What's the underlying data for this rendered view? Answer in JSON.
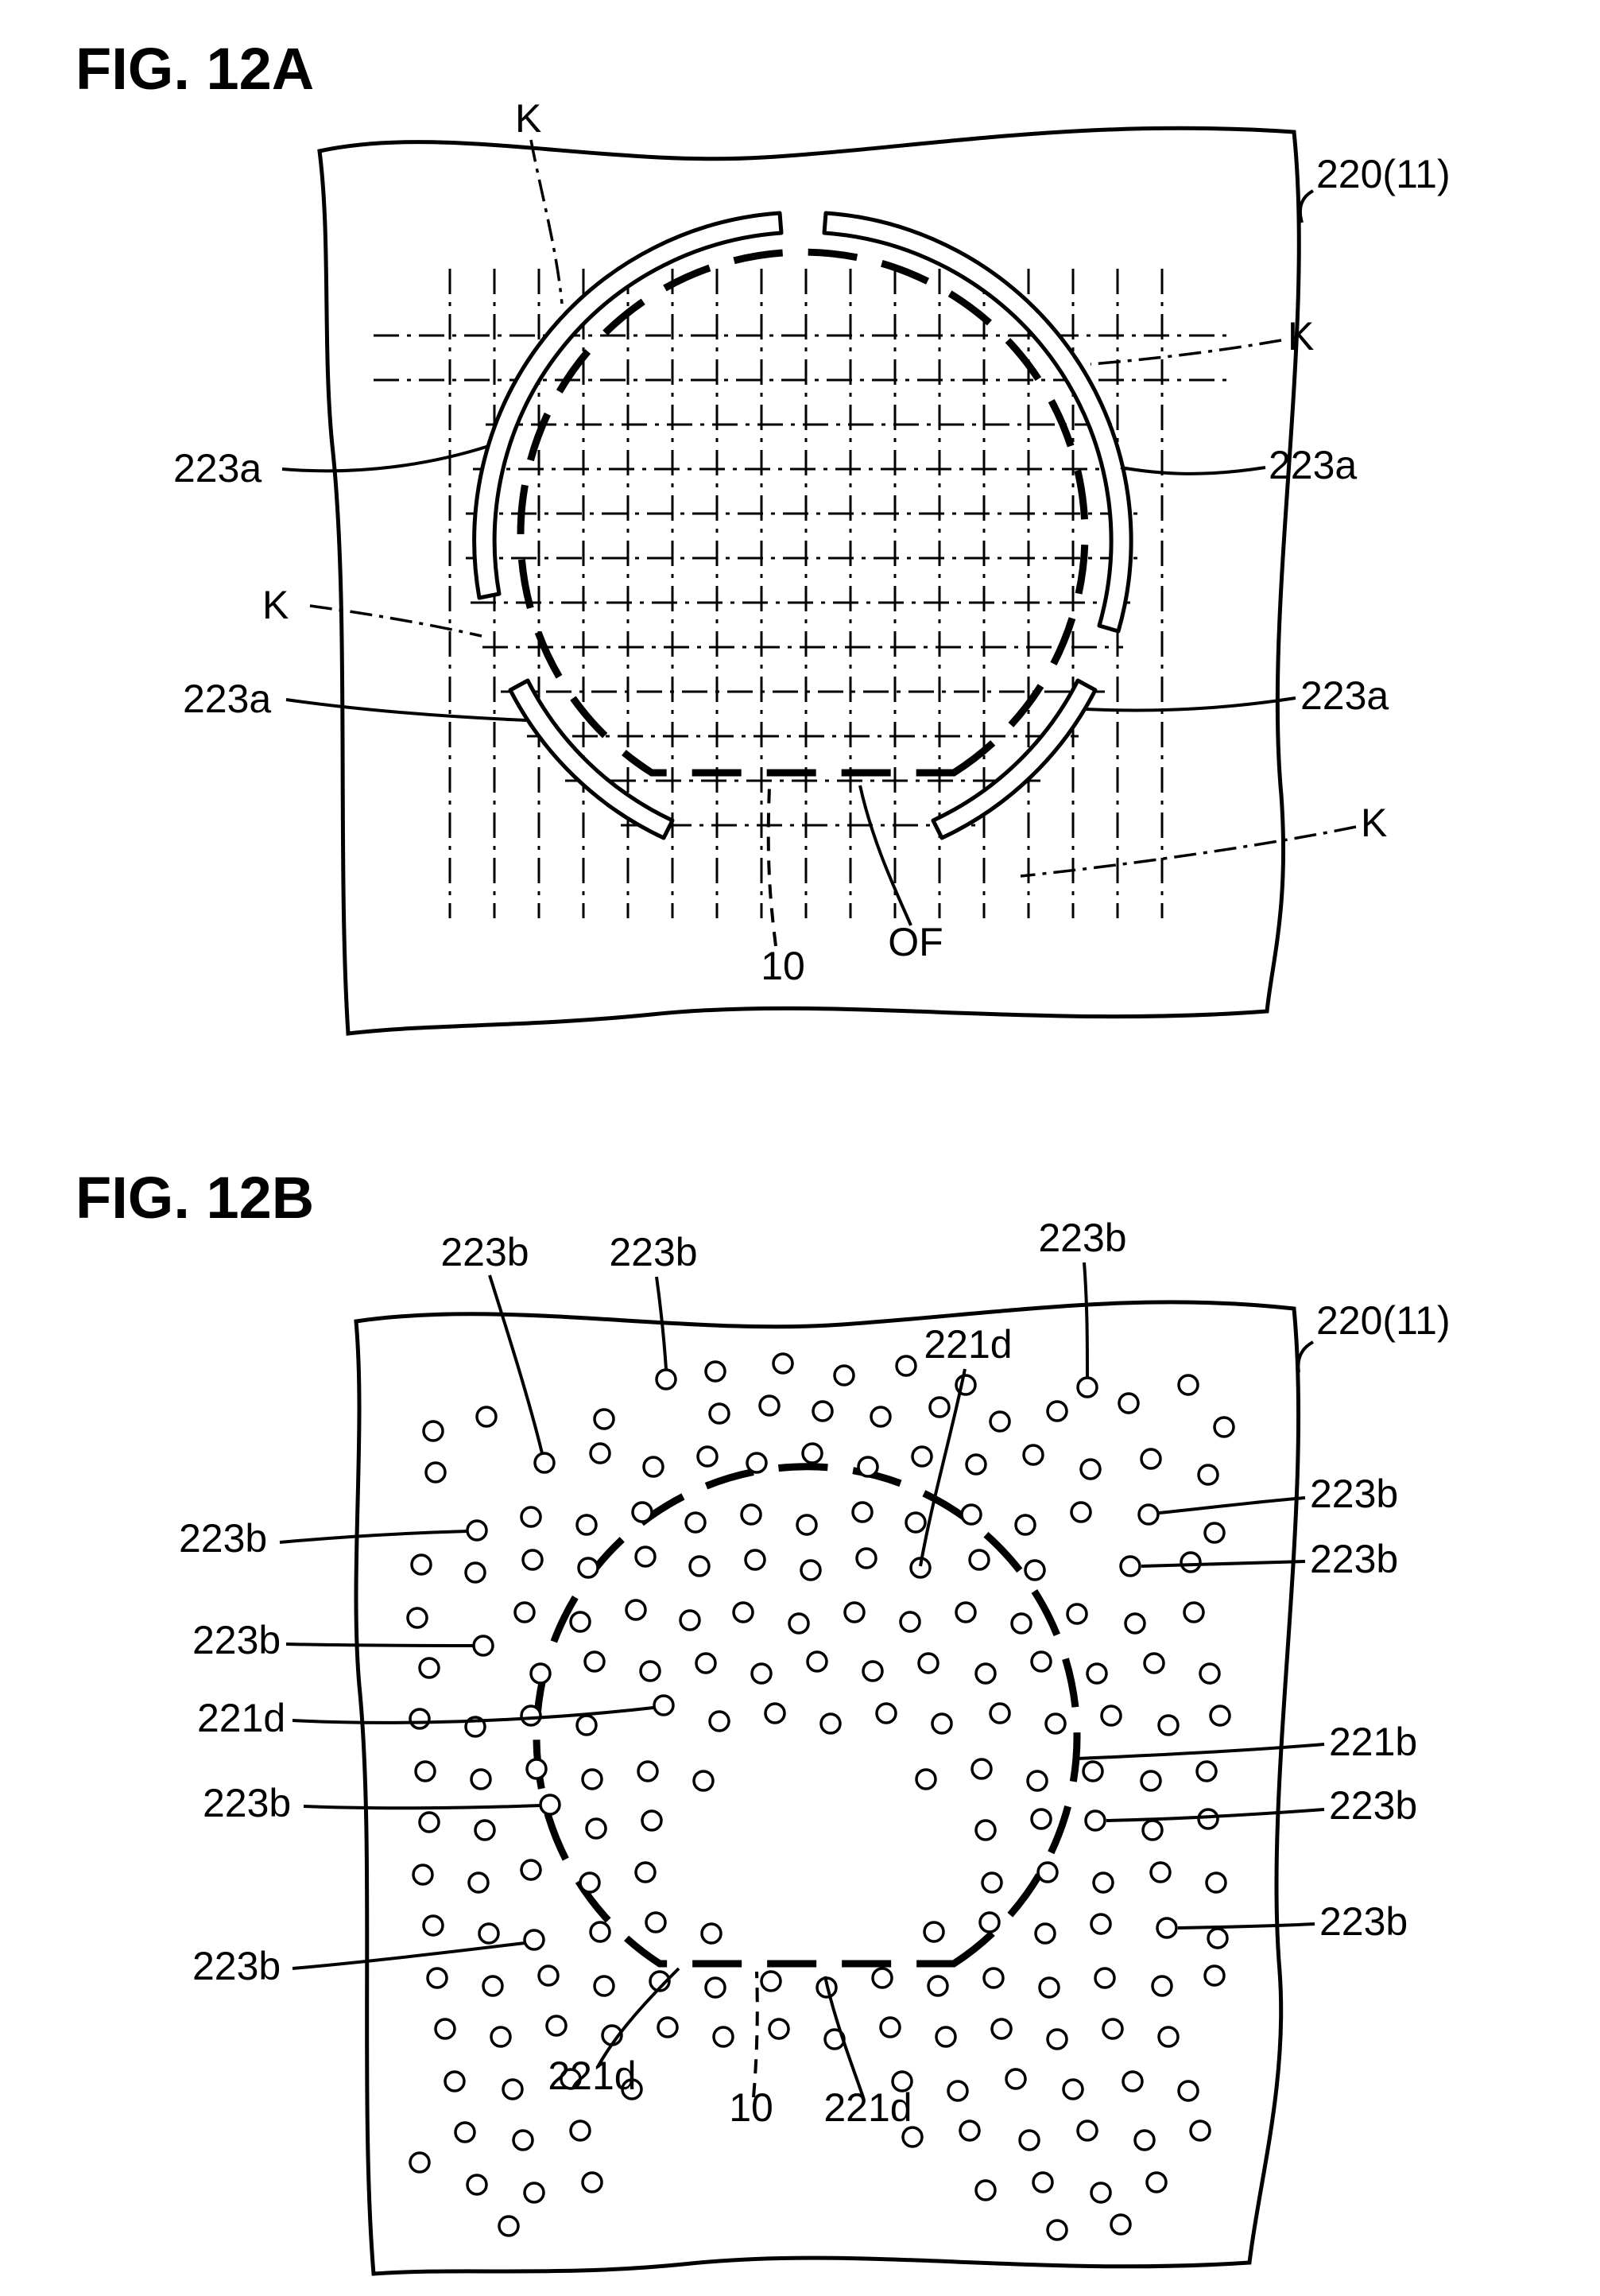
{
  "figure_a": {
    "title": "FIG. 12A",
    "labels": {
      "dicing_line": "K",
      "sheet": "220(11)",
      "slit": "223a",
      "wafer": "10",
      "orientation_flat": "OF"
    }
  },
  "figure_b": {
    "title": "FIG. 12B",
    "labels": {
      "hole": "223b",
      "adhesive_dot": "221d",
      "adhesive_layer": "221b",
      "sheet": "220(11)",
      "wafer": "10"
    }
  }
}
